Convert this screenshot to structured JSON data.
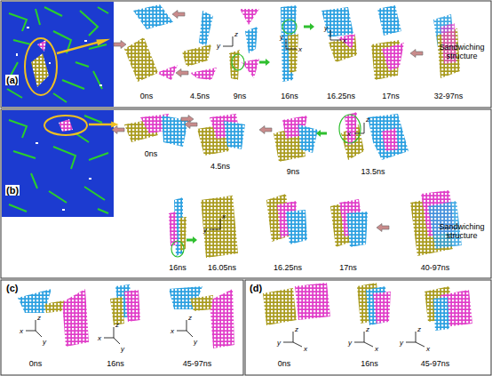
{
  "diagram": {
    "labels": [
      "(a)",
      "0ns",
      "4.5ns",
      "9ns",
      "16ns",
      "16.25ns",
      "17ns",
      "32-97ns",
      "Sandwiching structure",
      "y",
      "z",
      "y",
      "x",
      "y",
      "x",
      "(b)",
      "0ns",
      "4.5ns",
      "9ns",
      "13.5ns",
      "16ns",
      "16.05ns",
      "16.25ns",
      "17ns",
      "40-97ns",
      "Sandwiching structure",
      "x",
      "z",
      "y",
      "x",
      "(c)",
      "0ns",
      "16ns",
      "45-97ns",
      "z",
      "x",
      "y",
      "z",
      "x",
      "y",
      "z",
      "x",
      "y",
      "(d)",
      "0ns",
      "16ns",
      "45-97ns",
      "z",
      "y",
      "x",
      "z",
      "y",
      "x",
      "z",
      "y",
      "x"
    ]
  }
}
